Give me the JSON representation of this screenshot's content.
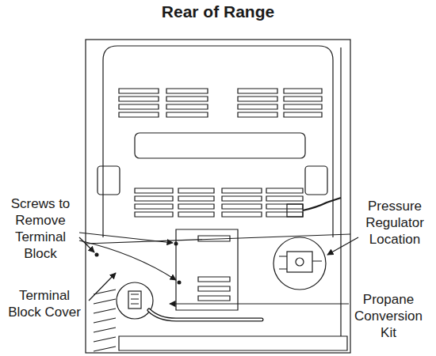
{
  "diagram": {
    "title": "Rear of Range",
    "labels": [
      "Screws to Remove Terminal Block",
      "Terminal Block Cover",
      "Pressure Regulator Location",
      "Propane Conversion Kit"
    ]
  }
}
